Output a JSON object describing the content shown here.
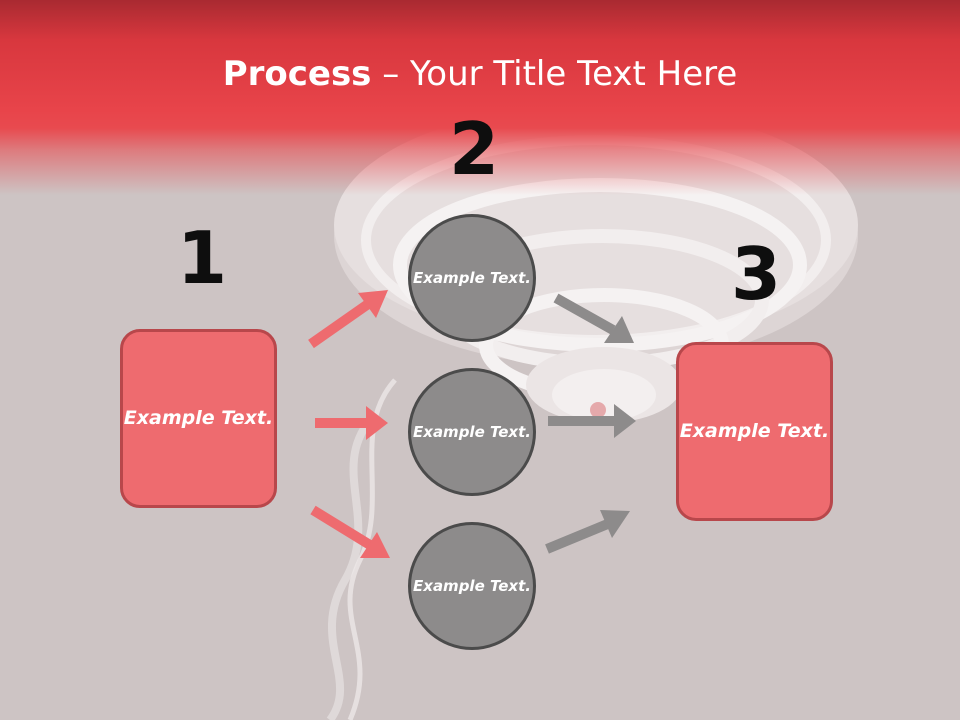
{
  "slide": {
    "title_bold": "Process",
    "title_rest": " – Your Title Text Here",
    "step_numbers": [
      "1",
      "2",
      "3"
    ],
    "left_box": "Example Text.",
    "circles": [
      "Example Text.",
      "Example Text.",
      "Example Text."
    ],
    "right_box": "Example Text."
  },
  "colors": {
    "header_red": "#e8444a",
    "box_fill": "#ee6b6f",
    "circle_fill": "#8d8b8b",
    "arrow_red": "#ee6b6f",
    "arrow_gray": "#8d8b8b"
  }
}
